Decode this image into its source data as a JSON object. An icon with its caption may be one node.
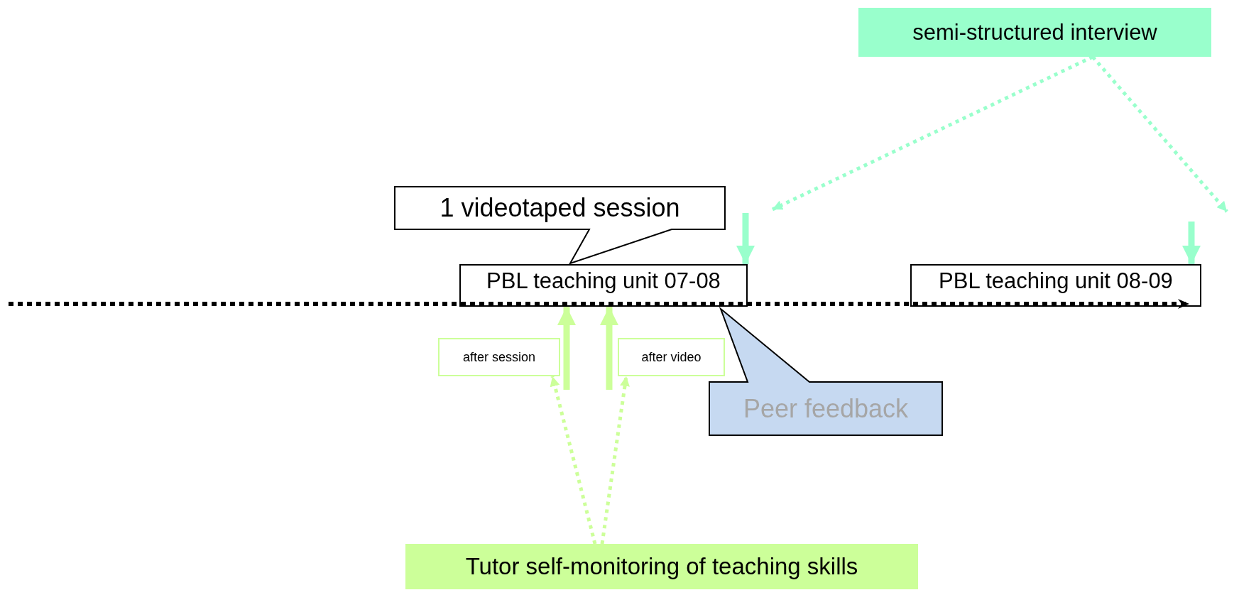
{
  "diagram": {
    "nodes": [
      {
        "text": [
          "semi-structured interview"
        ]
      },
      {
        "text": [
          "1 videotaped session"
        ]
      },
      {
        "text": [
          "PBL teaching unit 07-08"
        ]
      },
      {
        "text": [
          "PBL teaching unit 08-09"
        ]
      },
      {
        "text": [
          "after session"
        ]
      },
      {
        "text": [
          "after video"
        ]
      },
      {
        "text": [
          "Peer feedback"
        ]
      },
      {
        "text": [
          "Tutor self-monitoring of teaching skills"
        ]
      }
    ],
    "edges": [
      {
        "from": 0,
        "to": null,
        "arrow": "to",
        "style": "dashed",
        "color": "#99ffcc"
      },
      {
        "from": 0,
        "to": null,
        "arrow": "to",
        "style": "dashed",
        "color": "#99ffcc"
      },
      {
        "from": null,
        "to": 2,
        "arrow": "to",
        "style": "thick",
        "color": "#99ffcc"
      },
      {
        "from": null,
        "to": 3,
        "arrow": "to",
        "style": "thick",
        "color": "#99ffcc"
      },
      {
        "from": null,
        "to": 2,
        "arrow": "to",
        "style": "thick",
        "color": "#ccff99"
      },
      {
        "from": null,
        "to": 2,
        "arrow": "to",
        "style": "thick",
        "color": "#ccff99"
      },
      {
        "from": 7,
        "to": 4,
        "arrow": "to",
        "style": "dashed",
        "color": "#ccff99"
      },
      {
        "from": 7,
        "to": 5,
        "arrow": "to",
        "style": "dashed",
        "color": "#ccff99"
      }
    ]
  }
}
